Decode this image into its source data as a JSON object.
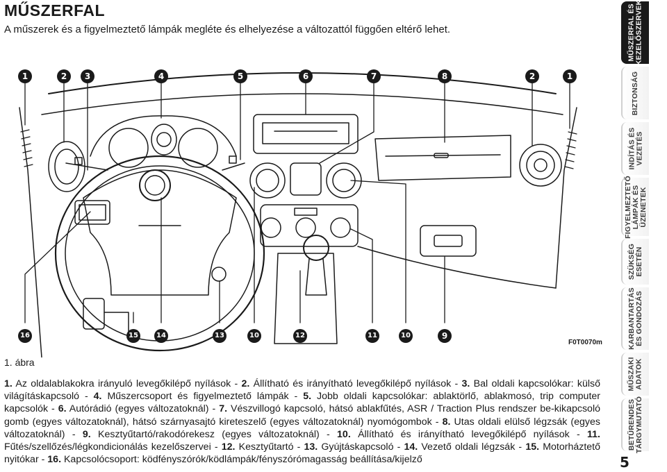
{
  "header": {
    "title": "MŰSZERFAL",
    "subtitle": "A műszerek és a figyelmeztető lámpák megléte és elhelyezése a változattól függően eltérő lehet."
  },
  "figure": {
    "code": "F0T0070m",
    "caption": "1. ábra",
    "top_callouts": [
      "1",
      "2",
      "3",
      "4",
      "5",
      "6",
      "7",
      "8",
      "2",
      "1"
    ],
    "bottom_callouts": [
      "16",
      "15",
      "14",
      "13",
      "10",
      "12",
      "11",
      "10",
      "9"
    ]
  },
  "legend": [
    {
      "num": "1.",
      "text": " Az oldalablakokra irányuló levegőkilépő nyílások - "
    },
    {
      "num": "2.",
      "text": " Állítható és irányítható levegőkilépő nyílások - "
    },
    {
      "num": "3.",
      "text": " Bal oldali kapcsolókar: külső világításkapcsoló - "
    },
    {
      "num": "4.",
      "text": " Műszercsoport és figyelmeztető lámpák - "
    },
    {
      "num": "5.",
      "text": " Jobb oldali kapcsolókar: ablaktörlő, ablakmosó, trip computer kapcsolók - "
    },
    {
      "num": "6.",
      "text": " Autórádió (egyes változatoknál) - "
    },
    {
      "num": "7.",
      "text": " Vészvillogó kapcsoló, hátsó ablakfűtés, ASR / Traction Plus rendszer be-kikapcsoló gomb (egyes változatoknál), hátsó szárnyasajtó kireteszelő (egyes változatoknál) nyomógombok - "
    },
    {
      "num": "8.",
      "text": " Utas oldali elülső légzsák (egyes változatoknál) - "
    },
    {
      "num": "9.",
      "text": " Kesztyűtartó/rakodórekesz (egyes változatoknál) - "
    },
    {
      "num": "10.",
      "text": " Állítható és irányítható levegőkilépő nyílások - "
    },
    {
      "num": "11.",
      "text": " Fűtés/szellőzés/légkondicionálás kezelőszervei - "
    },
    {
      "num": "12.",
      "text": " Kesztyűtartó - "
    },
    {
      "num": "13.",
      "text": " Gyújtáskapcsoló - "
    },
    {
      "num": "14.",
      "text": " Vezető oldali légzsák - "
    },
    {
      "num": "15.",
      "text": " Motorháztető nyitókar - "
    },
    {
      "num": "16.",
      "text": " Kapcsolócsoport: ködfényszórók/ködlámpák/fényszórómagasság beállítása/kijelző"
    }
  ],
  "sidebar": {
    "tabs": [
      {
        "label": "MŰSZERFAL ÉS\nKEZELŐSZERVEK",
        "active": true
      },
      {
        "label": "BIZTONSÁG",
        "active": false
      },
      {
        "label": "INDÍTÁS ÉS\nVEZETÉS",
        "active": false
      },
      {
        "label": "FIGYELMEZTETŐ\nLÁMPÁK ÉS\nÜZENETEK",
        "active": false
      },
      {
        "label": "SZÜKSÉG\nESETÉN",
        "active": false
      },
      {
        "label": "KARBANTARTÁS\nÉS GONDOZÁS",
        "active": false
      },
      {
        "label": "MŰSZAKI\nADATOK",
        "active": false
      },
      {
        "label": "BETŰRENDES\nTÁRGYMUTATÓ",
        "active": false
      }
    ],
    "page_number": "5"
  },
  "colors": {
    "text": "#1a1a1a",
    "active_tab": "#1a1a1a",
    "line_art": "#1a1a1a"
  }
}
